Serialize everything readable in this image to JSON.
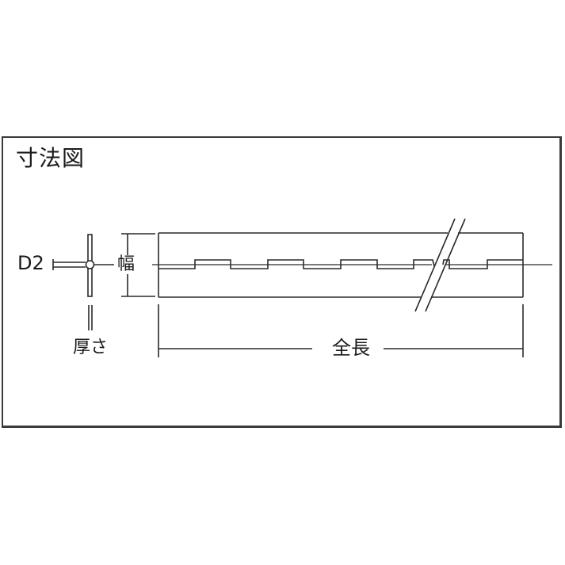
{
  "diagram": {
    "title": "寸法図",
    "labels": {
      "d2": "D2",
      "width": "幅",
      "thickness": "厚さ",
      "overall_length": "全長"
    },
    "colors": {
      "line": "#2a2a2a",
      "frame": "#3a3a3a",
      "background": "#ffffff"
    },
    "part": {
      "type": "piano hinge (continuous hinge)",
      "views": [
        "end view",
        "plan view with break"
      ]
    }
  }
}
